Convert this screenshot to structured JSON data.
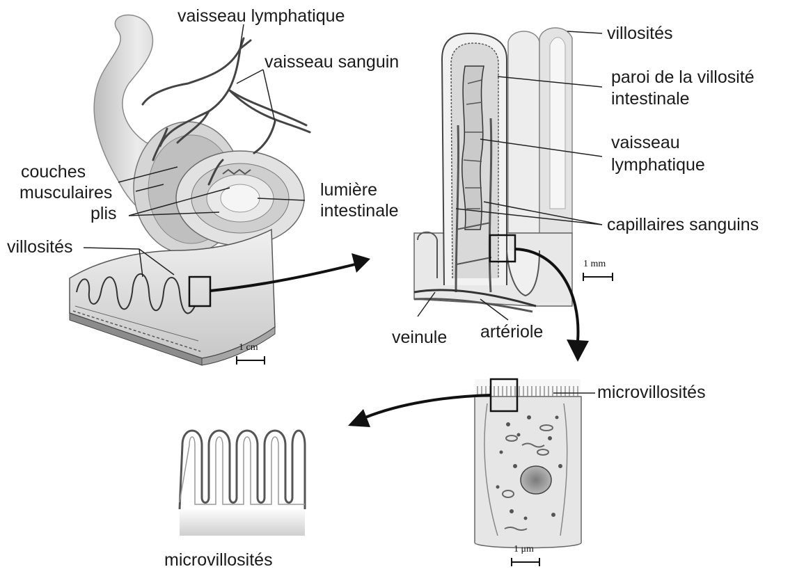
{
  "labels": {
    "vaisseau_lymphatique_top": "vaisseau lymphatique",
    "vaisseau_sanguin": "vaisseau sanguin",
    "couches_line1": "couches",
    "couches_line2": "musculaires",
    "plis": "plis",
    "lumiere_line1": "lumière",
    "lumiere_line2": "intestinale",
    "villosites_left": "villosités",
    "villosites_right": "villosités",
    "paroi_line1": "paroi de la villosité",
    "paroi_line2": "intestinale",
    "vaisseau_lymph_right_line1": "vaisseau",
    "vaisseau_lymph_right_line2": "lymphatique",
    "capillaires": "capillaires sanguins",
    "veinule": "veinule",
    "arteriole": "artériole",
    "microvillosites_right": "microvillosités",
    "microvillosites_bottom": "microvillosités"
  },
  "scales": {
    "cm": "1 cm",
    "mm": "1 mm",
    "um": "1 μm"
  },
  "colors": {
    "line": "#1a1a1a",
    "tissue_light": "#e6e6e6",
    "tissue_mid": "#cfcfcf",
    "tissue_dark": "#9a9a9a",
    "vessel": "#555555"
  }
}
